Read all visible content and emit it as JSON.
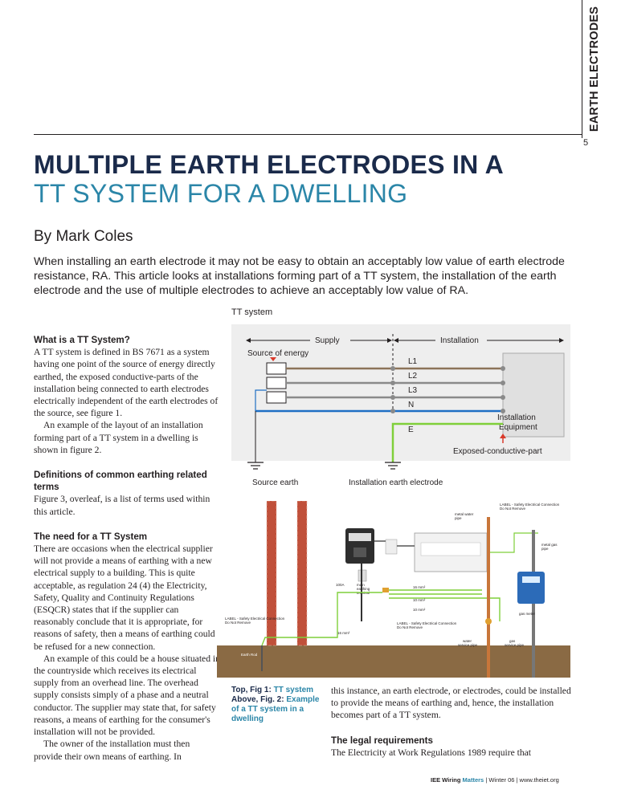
{
  "side_tab": "EARTH ELECTRODES",
  "page_number": "5",
  "title_line1": "MULTIPLE EARTH ELECTRODES IN A",
  "title_line2": "TT SYSTEM FOR A DWELLING",
  "byline": "By Mark Coles",
  "intro": "When installing an earth electrode it may not be easy to obtain an acceptably low value of earth electrode resistance, RA. This article looks at installations forming part of a TT system, the installation of the earth electrode and the use of multiple electrodes to achieve an acceptably low value of RA.",
  "sections": {
    "what_heading": "What is a TT System?",
    "what_p1": "A TT system is defined in BS 7671 as a system having one point of the source of energy directly earthed, the exposed conductive-parts of the installation being connected to earth electrodes electrically independent of the earth electrodes of the source, see figure 1.",
    "what_p2": "An example of the layout of an installation forming part of a TT system in a dwelling is shown in figure 2.",
    "defs_heading": "Definitions of common earthing related terms",
    "defs_p1": "Figure 3, overleaf, is a list of terms used within this article.",
    "need_heading": "The need for a TT System",
    "need_p1": "There are occasions when the electrical supplier will not provide a means of earthing with a new electrical supply to a building. This is quite acceptable, as regulation 24 (4) the Electricity, Safety, Quality and Continuity Regulations (ESQCR) states that if the supplier can reasonably conclude that it is appropriate, for reasons of safety, then a means of earthing could be refused for a new connection.",
    "need_p2": "An example of this could be a house situated in the countryside which receives its electrical supply from an overhead line. The overhead supply consists simply of a phase and a neutral conductor. The supplier may state that, for safety reasons, a means of earthing for the consumer's installation will not be provided.",
    "need_p3": "The owner of the installation must then provide their own means of earthing. In",
    "col2_p1": "this instance, an earth electrode, or electrodes, could be installed to provide the means of earthing and, hence, the installation becomes part of a TT system.",
    "legal_heading": "The legal requirements",
    "legal_p1": "The Electricity at Work Regulations 1989 require that"
  },
  "figure1": {
    "title": "TT system",
    "supply": "Supply",
    "installation": "Installation",
    "source_of_energy": "Source of energy",
    "l1": "L1",
    "l2": "L2",
    "l3": "L3",
    "n": "N",
    "e": "E",
    "equipment_line1": "Installation",
    "equipment_line2": "Equipment",
    "exposed": "Exposed-conductive-part",
    "source_earth": "Source earth",
    "installation_electrode": "Installation earth electrode"
  },
  "figure2": {
    "label_top_line1": "LABEL - Safety Electrical Connection",
    "label_top_line2": "Do Not Remove",
    "metal_water_pipe_line1": "metal water",
    "metal_water_pipe_line2": "pipe",
    "metal_gas_pipe_line1": "metal gas",
    "metal_gas_pipe_line2": "pipe",
    "rating": "100A",
    "main_earthing_line1": "main",
    "main_earthing_line2": "earthing",
    "main_earthing_line3": "terminal",
    "size_16": "16 mm²",
    "size_10a": "10 mm²",
    "size_10b": "10 mm²",
    "size_16b": "16 mm²",
    "label_left_line1": "LABEL - Safety Electrical Connection",
    "label_left_line2": "Do Not Remove",
    "label_mid_line1": "LABEL - Safety Electrical Connection",
    "label_mid_line2": "Do Not Remove",
    "gas_meter": "gas meter",
    "earth_rod": "Earth Rod",
    "water_service_line1": "water",
    "water_service_line2": "service pipe",
    "gas_service_line1": "gas",
    "gas_service_line2": "service pipe"
  },
  "caption": {
    "top": "Top, Fig 1:",
    "top_hl": "TT system",
    "above": "Above, Fig. 2:",
    "above_hl": "Example of a TT system in a dwelling"
  },
  "footer": {
    "brand": "IEE Wiring",
    "brand2": "Matters",
    "rest": "| Winter 06 | www.theiet.org"
  },
  "colors": {
    "navy": "#1a2a4a",
    "teal": "#2b86a8",
    "l1": "#8c7359",
    "l2l3": "#8a8a8a",
    "neutral": "#1f6fc4",
    "earth": "#7fcf3a",
    "red_arrow": "#d93a2b",
    "brick": "#c0503a",
    "soil": "#8a6a44"
  }
}
